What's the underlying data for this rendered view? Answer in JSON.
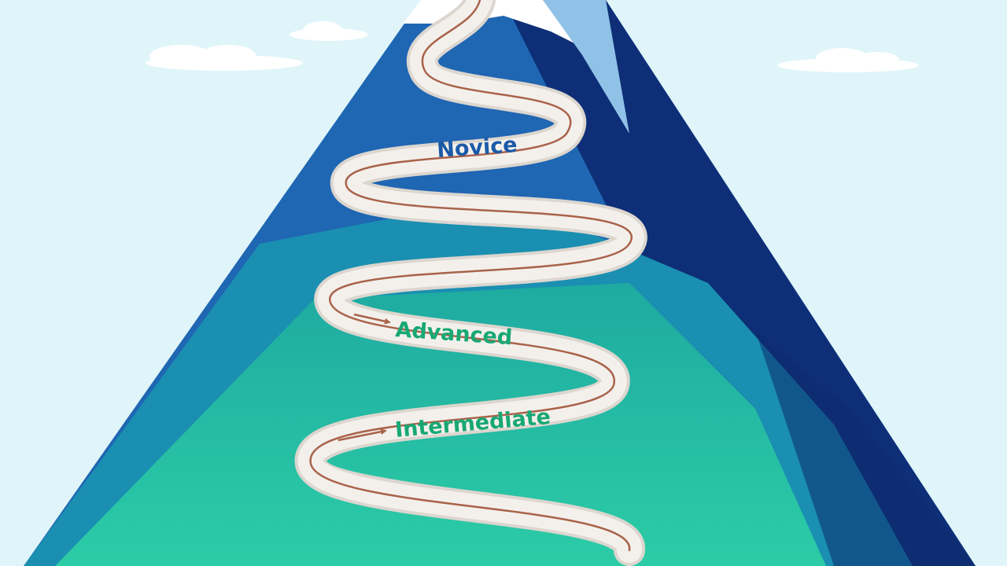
{
  "levels": {
    "novice": "Novice",
    "advanced": "Advanced",
    "intermediate": "Intermediate"
  },
  "colors": {
    "sky": "#dff5f9",
    "cloud": "#ffffff",
    "mountain_light": "#1f66b3",
    "mountain_mid": "#1b86bf",
    "mountain_dark": "#0e2f78",
    "mountain_teal": "#1a8fb1",
    "mountain_green": "#2dd1a2",
    "snow": "#ffffff",
    "snow_shade": "#8fc2e6",
    "road": "#f3f0ec",
    "road_edge": "#dcd6cf",
    "trail": "#a9634a",
    "novice_text": "#1b5aa7",
    "advanced_text": "#18a874",
    "intermediate_text": "#18a874"
  }
}
